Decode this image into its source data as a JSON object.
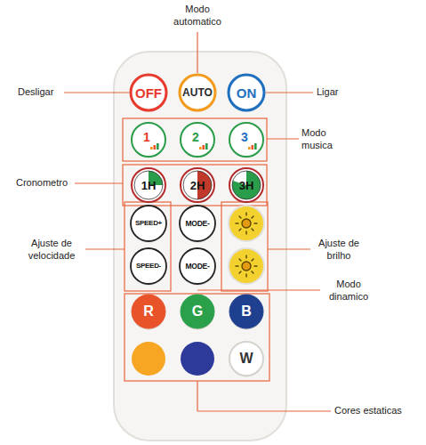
{
  "diagram": {
    "nodes": [
      {
        "text": [
          "OFF"
        ]
      },
      {
        "text": [
          "AUTO"
        ]
      },
      {
        "text": [
          "ON"
        ]
      },
      {
        "text": [
          "1"
        ]
      },
      {
        "text": [
          "2"
        ]
      },
      {
        "text": [
          "3"
        ]
      },
      {
        "text": [
          "1H"
        ]
      },
      {
        "text": [
          "2H"
        ]
      },
      {
        "text": [
          "3H"
        ]
      },
      {
        "text": [
          "SPEED+"
        ]
      },
      {
        "text": [
          "MODE-"
        ]
      },
      {
        "text": [
          "SPEED-"
        ]
      },
      {
        "text": [
          "MODE-"
        ]
      },
      {
        "text": [
          "R"
        ]
      },
      {
        "text": [
          "G"
        ]
      },
      {
        "text": [
          "B"
        ]
      },
      {
        "text": [
          "W"
        ]
      }
    ],
    "labels": [
      "Modo automatico",
      "Desligar",
      "Ligar",
      "Modo musica",
      "Cronometro",
      "Ajuste de velocidade",
      "Ajuste de brilho",
      "Modo dinamico",
      "Cores estaticas"
    ]
  }
}
